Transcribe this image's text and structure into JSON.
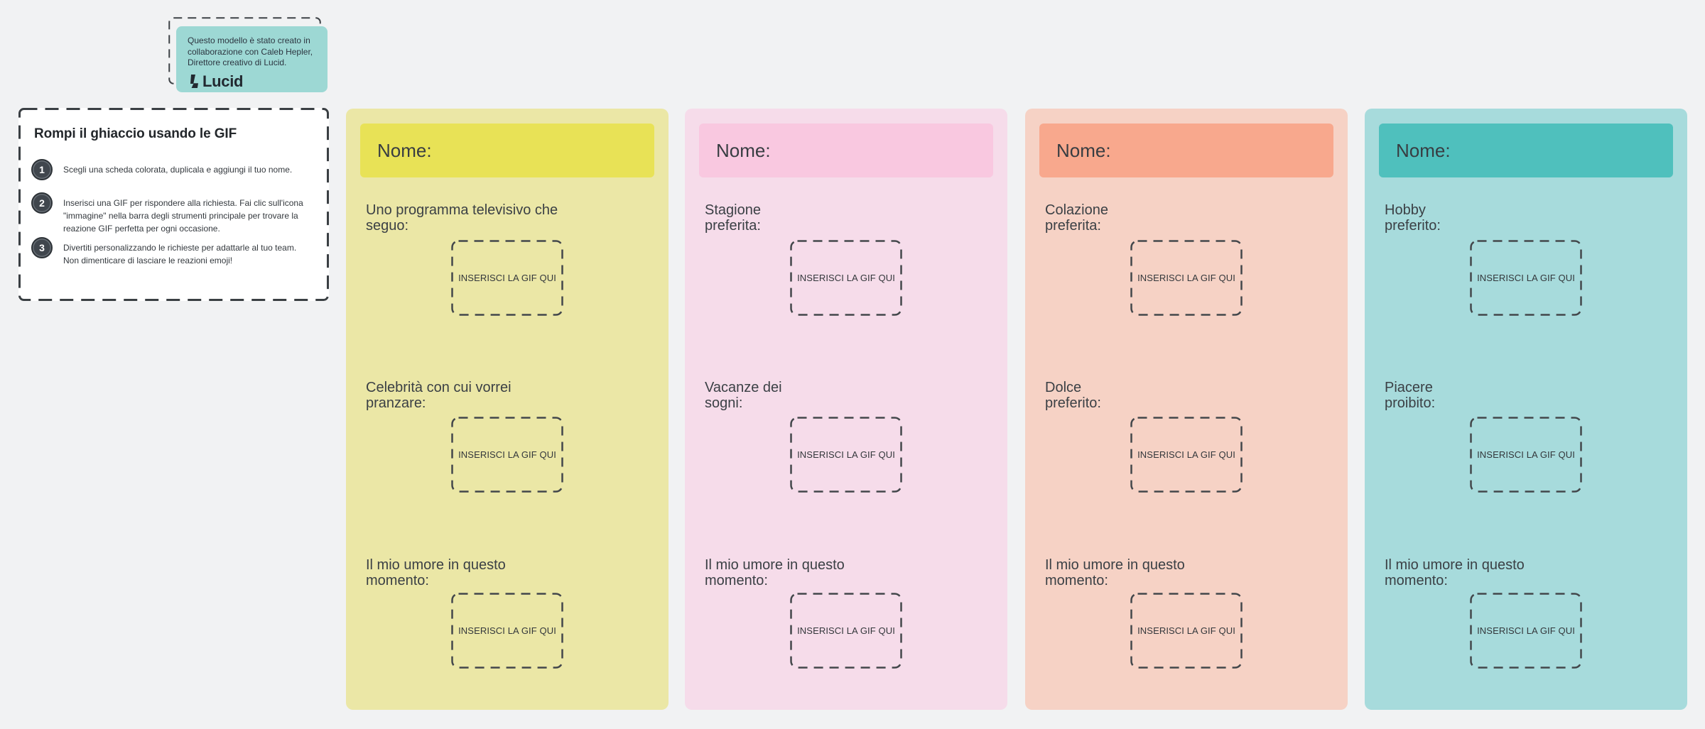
{
  "canvas": {
    "bg": "#f1f2f3"
  },
  "lucid_badge": {
    "text": "Questo modello è stato creato in collaborazione con Caleb Hepler, Direttore creativo di Lucid.",
    "logo_label": "Lucid",
    "bg": "#9dd8d4"
  },
  "instructions": {
    "title": "Rompi il ghiaccio usando le GIF",
    "steps": [
      {
        "num": "1",
        "text": "Scegli una scheda colorata, duplicala e aggiungi il tuo nome."
      },
      {
        "num": "2",
        "text": "Inserisci una GIF per rispondere alla richiesta. Fai clic sull'icona \"immagine\" nella barra degli strumenti principale per trovare la reazione GIF perfetta per ogni occasione."
      },
      {
        "num": "3",
        "text": "Divertiti personalizzando le richieste per adattarle al tuo team. Non dimenticare di lasciare le reazioni emoji!"
      }
    ]
  },
  "gif_placeholder": "INSERISCI LA GIF QUI",
  "columns": [
    {
      "id": "yellow",
      "bg": "#ebe7a6",
      "header_bg": "#e8e256",
      "name_label": "Nome:",
      "prompts": [
        "Uno programma televisivo che\nseguo:",
        "Celebrità con cui vorrei\npranzare:",
        "Il mio umore in questo\nmomento:"
      ]
    },
    {
      "id": "pink",
      "bg": "#f6dcea",
      "header_bg": "#f9c8e0",
      "name_label": "Nome:",
      "prompts": [
        "Stagione\npreferita:",
        "Vacanze dei\nsogni:",
        "Il mio umore in questo\nmomento:"
      ]
    },
    {
      "id": "salmon",
      "bg": "#f6d2c5",
      "header_bg": "#f8a88d",
      "name_label": "Nome:",
      "prompts": [
        "Colazione\npreferita:",
        "Dolce\npreferito:",
        "Il mio umore in questo\nmomento:"
      ]
    },
    {
      "id": "teal",
      "bg": "#a7dbdc",
      "header_bg": "#4fc0bd",
      "name_label": "Nome:",
      "prompts": [
        "Hobby\npreferito:",
        "Piacere\nproibito:",
        "Il mio umore in questo\nmomento:"
      ]
    }
  ]
}
